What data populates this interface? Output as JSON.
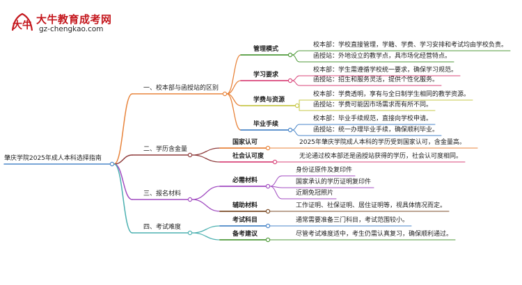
{
  "logo": {
    "title": "大牛教育成考网",
    "url": "gz-chengkao.com",
    "mark_text": "大牛"
  },
  "root": "肇庆学院2025年成人本科选择指南",
  "branches": [
    {
      "label": "一、校本部与函授站的区别",
      "color": "#e8833a",
      "subs": [
        {
          "label": "管理模式",
          "color": "#4f9a3a",
          "leaves": [
            "校本部：学校直接管理，学籍、学费、学习安排和考试均由学校负责。",
            "函授站：外地设立的教学点，具市场化经营特点。"
          ]
        },
        {
          "label": "学习要求",
          "color": "#d9457a",
          "leaves": [
            "校本部：学生需遵循学校统一要求，确保学习规范。",
            "函授站：招生和服务灵活，提供个性化服务。"
          ]
        },
        {
          "label": "学费与资源",
          "color": "#c7c84a",
          "leaves": [
            "校本部：学费透明，享有与全日制学生相同的教学资源。",
            "函授站：学费可能因市场需求而有所不同。"
          ]
        },
        {
          "label": "毕业手续",
          "color": "#4a86c8",
          "leaves": [
            "校本部：毕业手续规范，直接向学校申请。",
            "函授站：统一办理毕业手续，确保顺利毕业。"
          ]
        }
      ]
    },
    {
      "label": "二、学历含金量",
      "color": "#8e3a3a",
      "subs": [
        {
          "label": "国家认可",
          "color": "#e8833a",
          "leaves": [
            "2025年肇庆学院成人本科的学历受到国家认可，含金量高。"
          ]
        },
        {
          "label": "社会认可度",
          "color": "#d9457a",
          "leaves": [
            "无论通过校本部还是函授站获得的学历，社会认可度相同。"
          ]
        }
      ]
    },
    {
      "label": "三、报名材料",
      "color": "#a04ac0",
      "subs": [
        {
          "label": "必需材料",
          "color": "#a04ac0",
          "leaves": [
            "身份证原件及复印件",
            "国家承认的学历证明复印件",
            "近期免冠照片"
          ]
        },
        {
          "label": "辅助材料",
          "color": "#7a4a24",
          "leaves": [
            "工作证明、社保证明、居住证明等，视具体情况而定。"
          ]
        }
      ]
    },
    {
      "label": "四、考试难度",
      "color": "#4ab0b0",
      "subs": [
        {
          "label": "考试科目",
          "color": "#4a86c8",
          "leaves": [
            "通常需要准备三门科目，考试范围较小。"
          ]
        },
        {
          "label": "备考建议",
          "color": "#4f9a3a",
          "leaves": [
            "尽管考试难度适中，考生仍需认真复习，确保顺利通过。"
          ]
        }
      ]
    }
  ]
}
